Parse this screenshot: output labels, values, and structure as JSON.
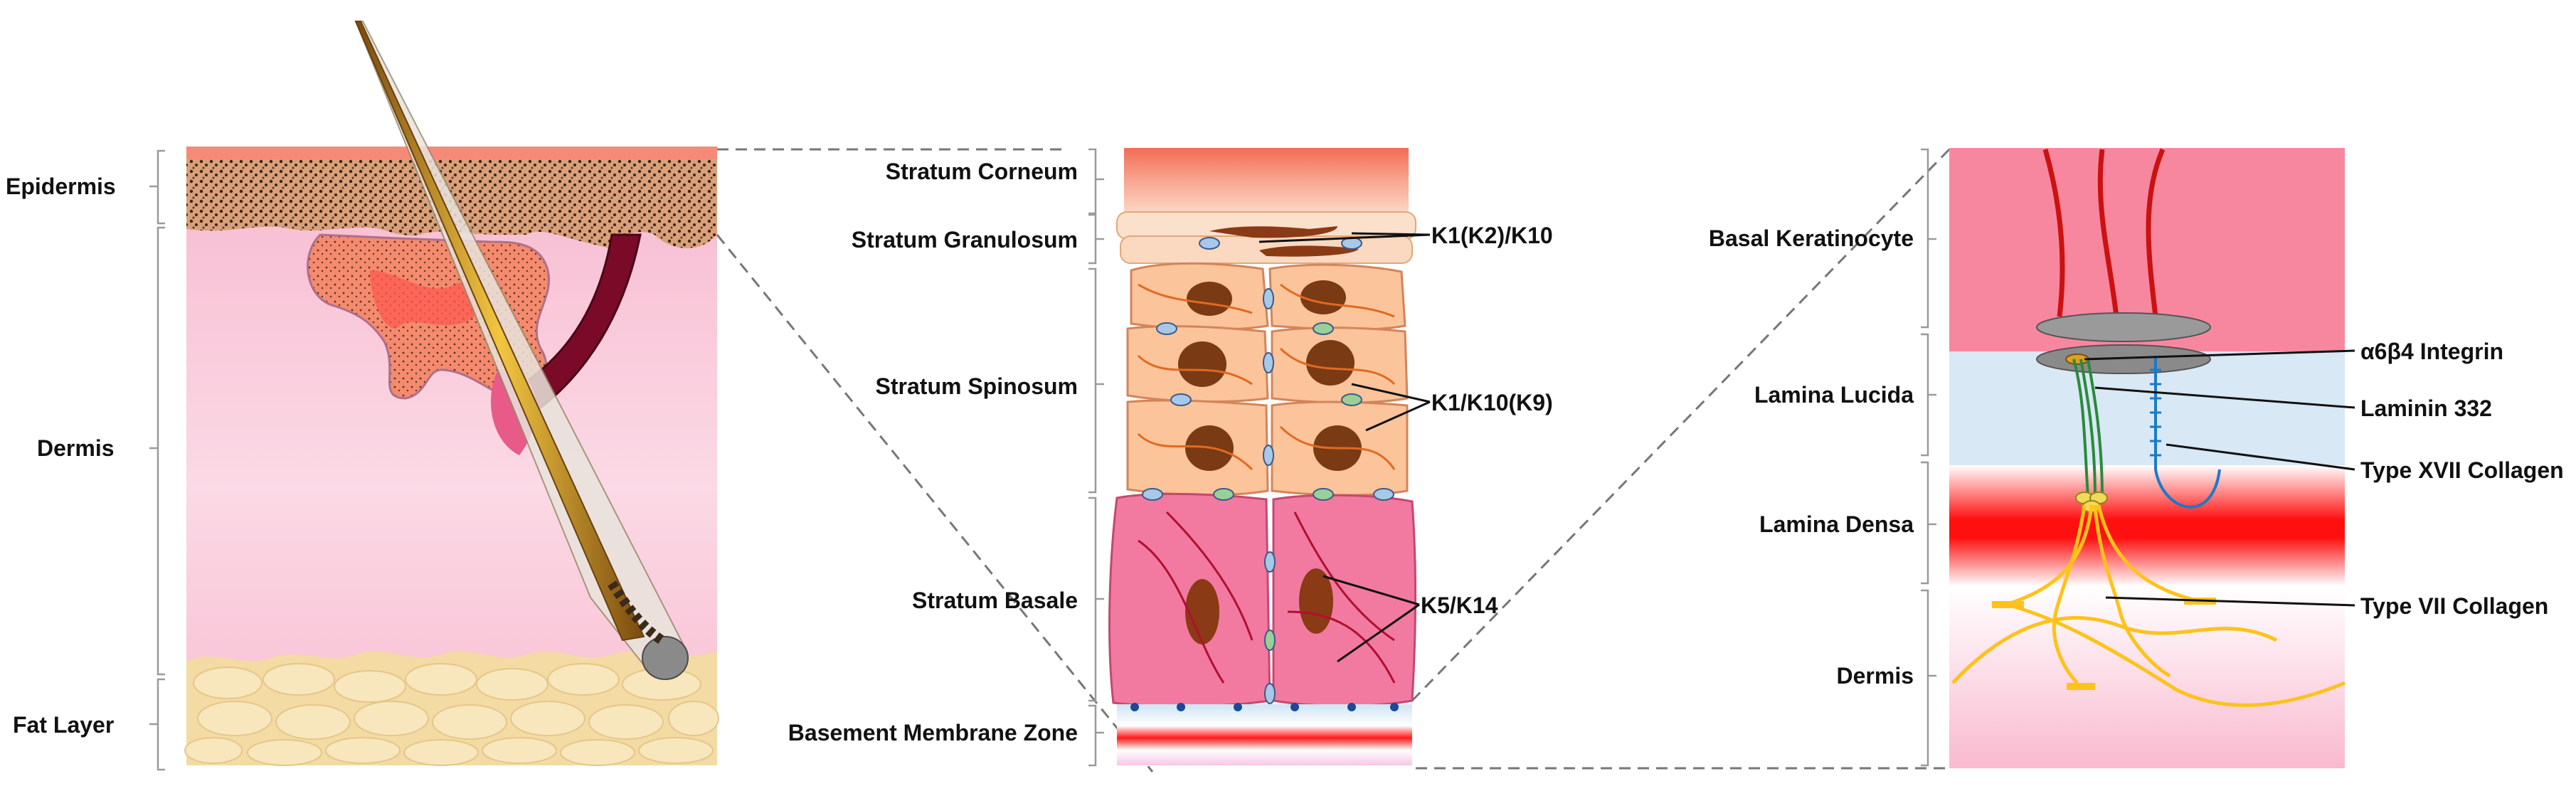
{
  "panel1": {
    "labels": {
      "epidermis": "Epidermis",
      "dermis": "Dermis",
      "fat_layer": "Fat Layer"
    }
  },
  "panel2": {
    "layer_labels": {
      "corneum": "Stratum Corneum",
      "granulosum": "Stratum Granulosum",
      "spinosum": "Stratum Spinosum",
      "basale": "Stratum Basale",
      "bmz": "Basement Membrane Zone"
    },
    "keratin_labels": {
      "k1k2k10": "K1(K2)/K10",
      "k1k10k9": "K1/K10(K9)",
      "k5k14": "K5/K14"
    }
  },
  "panel3": {
    "left_labels": {
      "basal_keratinocyte": "Basal Keratinocyte",
      "lamina_lucida": "Lamina Lucida",
      "lamina_densa": "Lamina Densa",
      "dermis": "Dermis"
    },
    "right_labels": {
      "integrin": "α6β4 Integrin",
      "laminin": "Laminin 332",
      "collagen17": "Type XVII Collagen",
      "collagen7": "Type VII Collagen"
    }
  },
  "colors": {
    "epidermis_brown": "#8a5a3a",
    "dermis_pink": "#f8c8d8",
    "fat_yellow": "#f5deaa",
    "spinosum_orange": "#fbc49a",
    "basale_pink": "#f27aa0",
    "nucleus_brown": "#7a3a14",
    "lamina_densa_red": "#ff1a1a",
    "collagen7_yellow": "#ffc21a",
    "collagen17_blue": "#2aa0d8",
    "keratin_red": "#cc1111"
  }
}
